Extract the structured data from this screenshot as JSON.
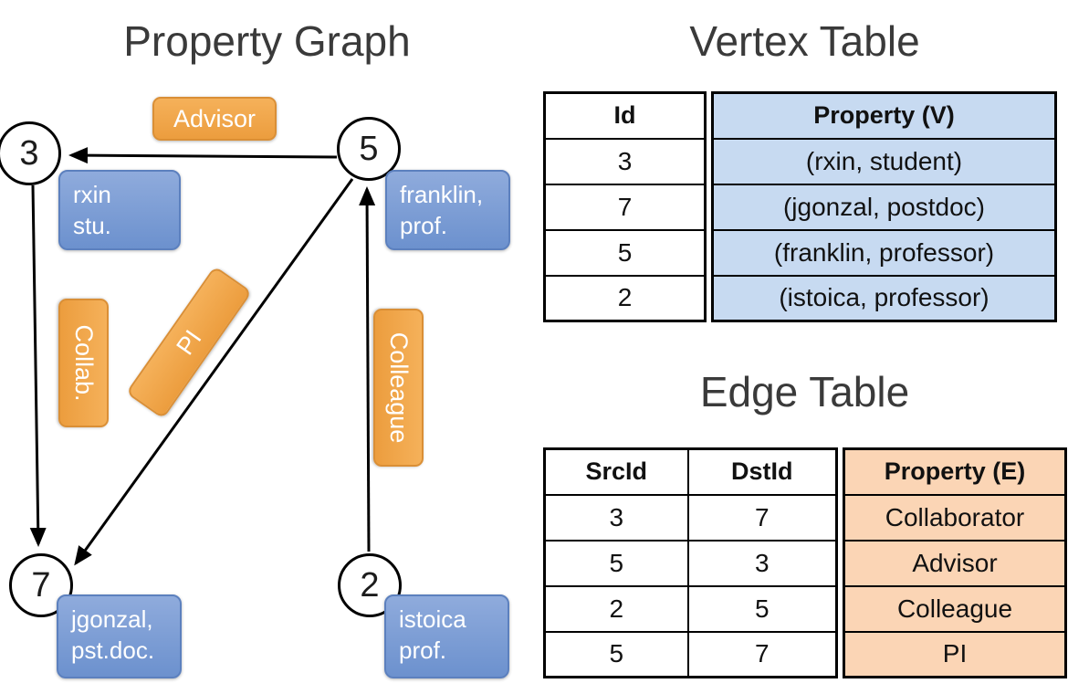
{
  "titles": {
    "graph": "Property Graph",
    "vertex_table": "Vertex Table",
    "edge_table": "Edge Table"
  },
  "graph": {
    "vertices": [
      {
        "id": "3",
        "label": "rxin\nstu."
      },
      {
        "id": "5",
        "label": "franklin,\nprof."
      },
      {
        "id": "7",
        "label": "jgonzal,\npst.doc."
      },
      {
        "id": "2",
        "label": "istoica\nprof."
      }
    ],
    "edges": [
      {
        "label": "Advisor"
      },
      {
        "label": "Collab."
      },
      {
        "label": "PI"
      },
      {
        "label": "Colleague"
      }
    ]
  },
  "vertex_table": {
    "headers": {
      "id": "Id",
      "property": "Property (V)"
    },
    "rows": [
      {
        "id": "3",
        "property": "(rxin, student)"
      },
      {
        "id": "7",
        "property": "(jgonzal, postdoc)"
      },
      {
        "id": "5",
        "property": "(franklin, professor)"
      },
      {
        "id": "2",
        "property": "(istoica, professor)"
      }
    ]
  },
  "edge_table": {
    "headers": {
      "src": "SrcId",
      "dst": "DstId",
      "property": "Property (E)"
    },
    "rows": [
      {
        "src": "3",
        "dst": "7",
        "property": "Collaborator"
      },
      {
        "src": "5",
        "dst": "3",
        "property": "Advisor"
      },
      {
        "src": "2",
        "dst": "5",
        "property": "Colleague"
      },
      {
        "src": "5",
        "dst": "7",
        "property": "PI"
      }
    ]
  },
  "colors": {
    "edge_label_fill": "#F0A750",
    "vertex_label_fill": "#7D9DD4",
    "vertex_table_cell": "#C7DAF1",
    "edge_table_cell": "#FBD5B5",
    "arrow": "#000000"
  }
}
